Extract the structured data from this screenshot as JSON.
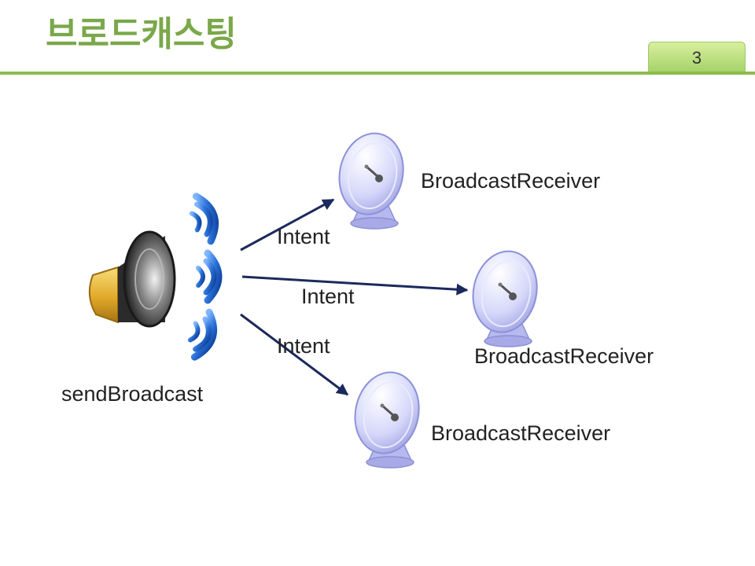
{
  "slide": {
    "title": "브로드캐스팅",
    "page_number": "3"
  },
  "diagram": {
    "sender_label": "sendBroadcast",
    "receivers": [
      "BroadcastReceiver",
      "BroadcastReceiver",
      "BroadcastReceiver"
    ],
    "intents": [
      "Intent",
      "Intent",
      "Intent"
    ],
    "colors": {
      "title": "#7aa84a",
      "rule": "#8dbb4c",
      "arrow": "#1b2a5c",
      "wave": "#2a6fd6",
      "dish": "#c9cbf5",
      "speaker_cone": "#3a3a3a",
      "speaker_body": "#e6b93a"
    },
    "icons": [
      "speaker-icon",
      "sound-wave-icon",
      "satellite-dish-icon"
    ]
  }
}
